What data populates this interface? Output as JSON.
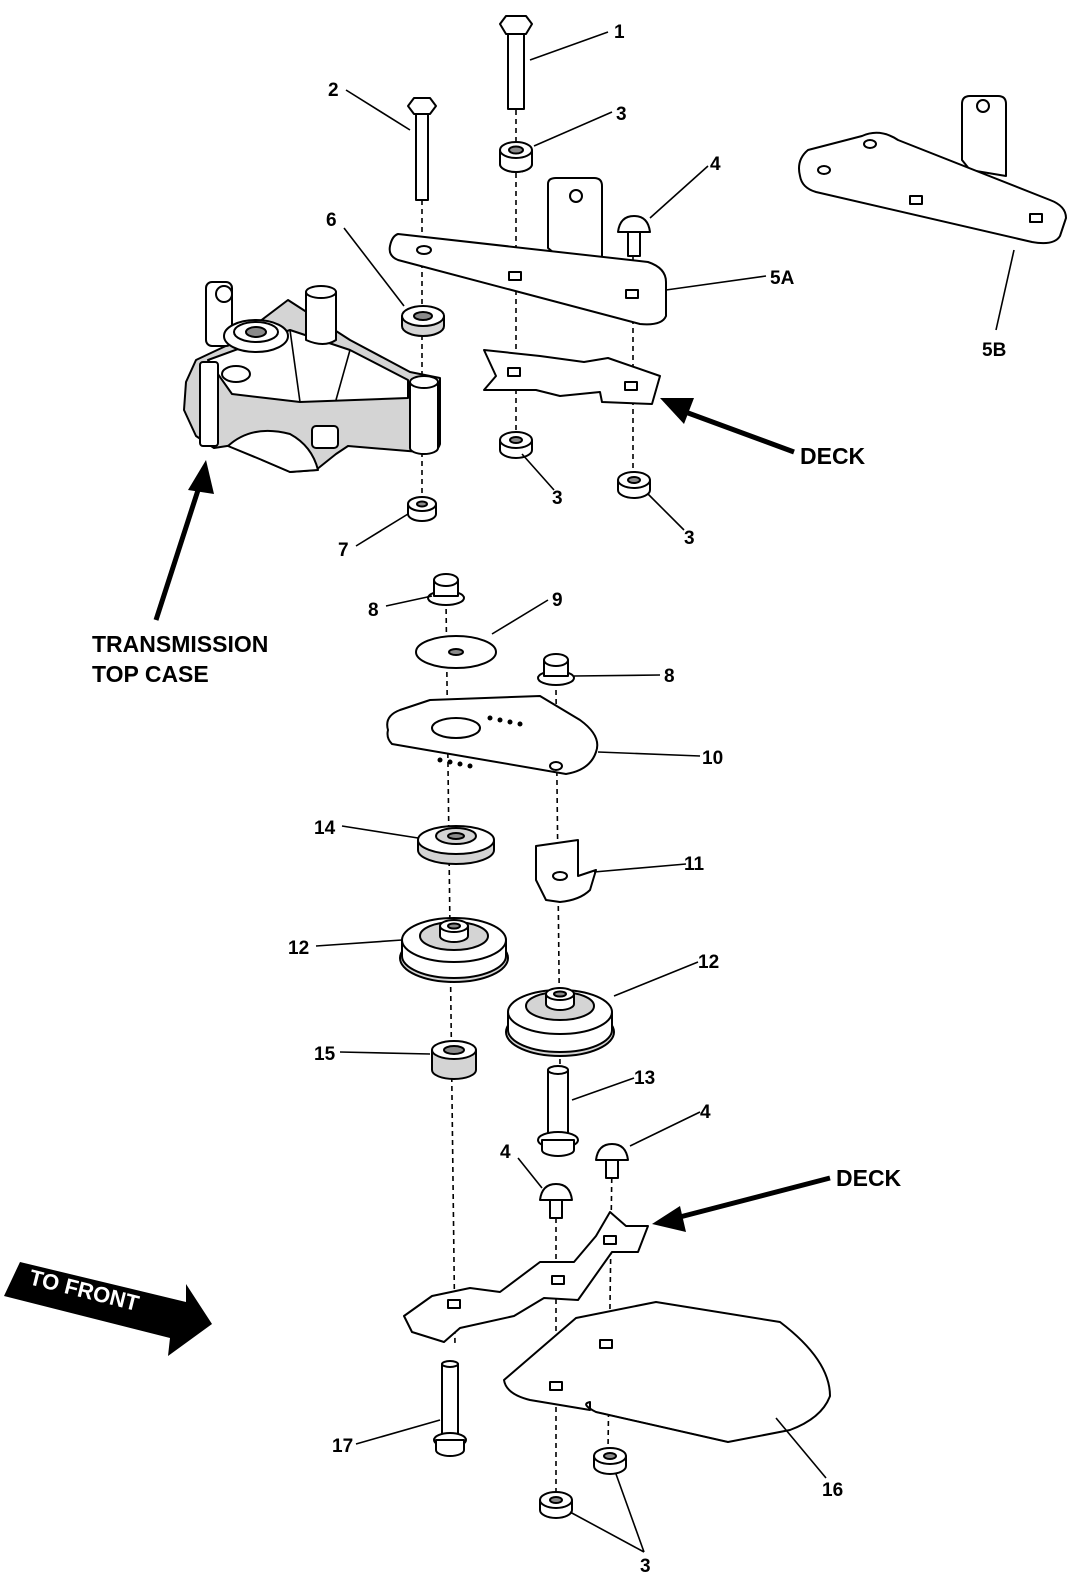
{
  "callouts": {
    "c1": "1",
    "c2": "2",
    "c3a": "3",
    "c3b": "3",
    "c3c": "3",
    "c3d": "3",
    "c4a": "4",
    "c4b": "4",
    "c4c": "4",
    "c5a": "5A",
    "c5b": "5B",
    "c6": "6",
    "c7": "7",
    "c8a": "8",
    "c8b": "8",
    "c9": "9",
    "c10": "10",
    "c11": "11",
    "c12a": "12",
    "c12b": "12",
    "c13": "13",
    "c14": "14",
    "c15": "15",
    "c16": "16",
    "c17": "17"
  },
  "labels": {
    "deck_upper": "DECK",
    "deck_lower": "DECK",
    "transmission_line1": "TRANSMISSION",
    "transmission_line2": "TOP CASE",
    "to_front": "TO FRONT"
  }
}
